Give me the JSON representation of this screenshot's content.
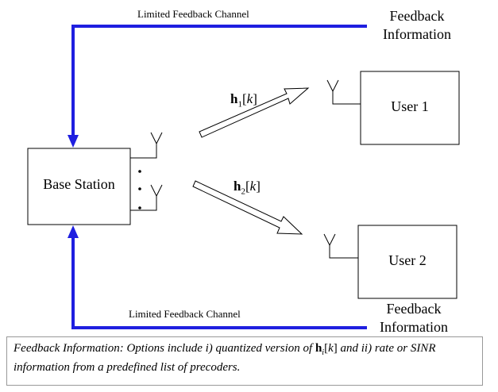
{
  "feedback_channel_top": "Limited Feedback Channel",
  "feedback_channel_bottom": "Limited Feedback Channel",
  "feedback_info_top": [
    "Feedback",
    "Information"
  ],
  "feedback_info_bottom": [
    "Feedback",
    "Information"
  ],
  "base_station": "Base Station",
  "user1": "User 1",
  "user2": "User 2",
  "channel1": {
    "symbol": "h",
    "subscript": "1",
    "arg": "k"
  },
  "channel2": {
    "symbol": "h",
    "subscript": "2",
    "arg": "k"
  },
  "caption": {
    "pre": "Feedback Information:  Options include i) quantized version of ",
    "symbol": "h",
    "subscript": "i",
    "arg": "k",
    "post": " and ii) rate or SINR information from a predefined list of precoders."
  },
  "colors": {
    "feedback_line": "#1f1fe0",
    "stroke": "#000000"
  }
}
